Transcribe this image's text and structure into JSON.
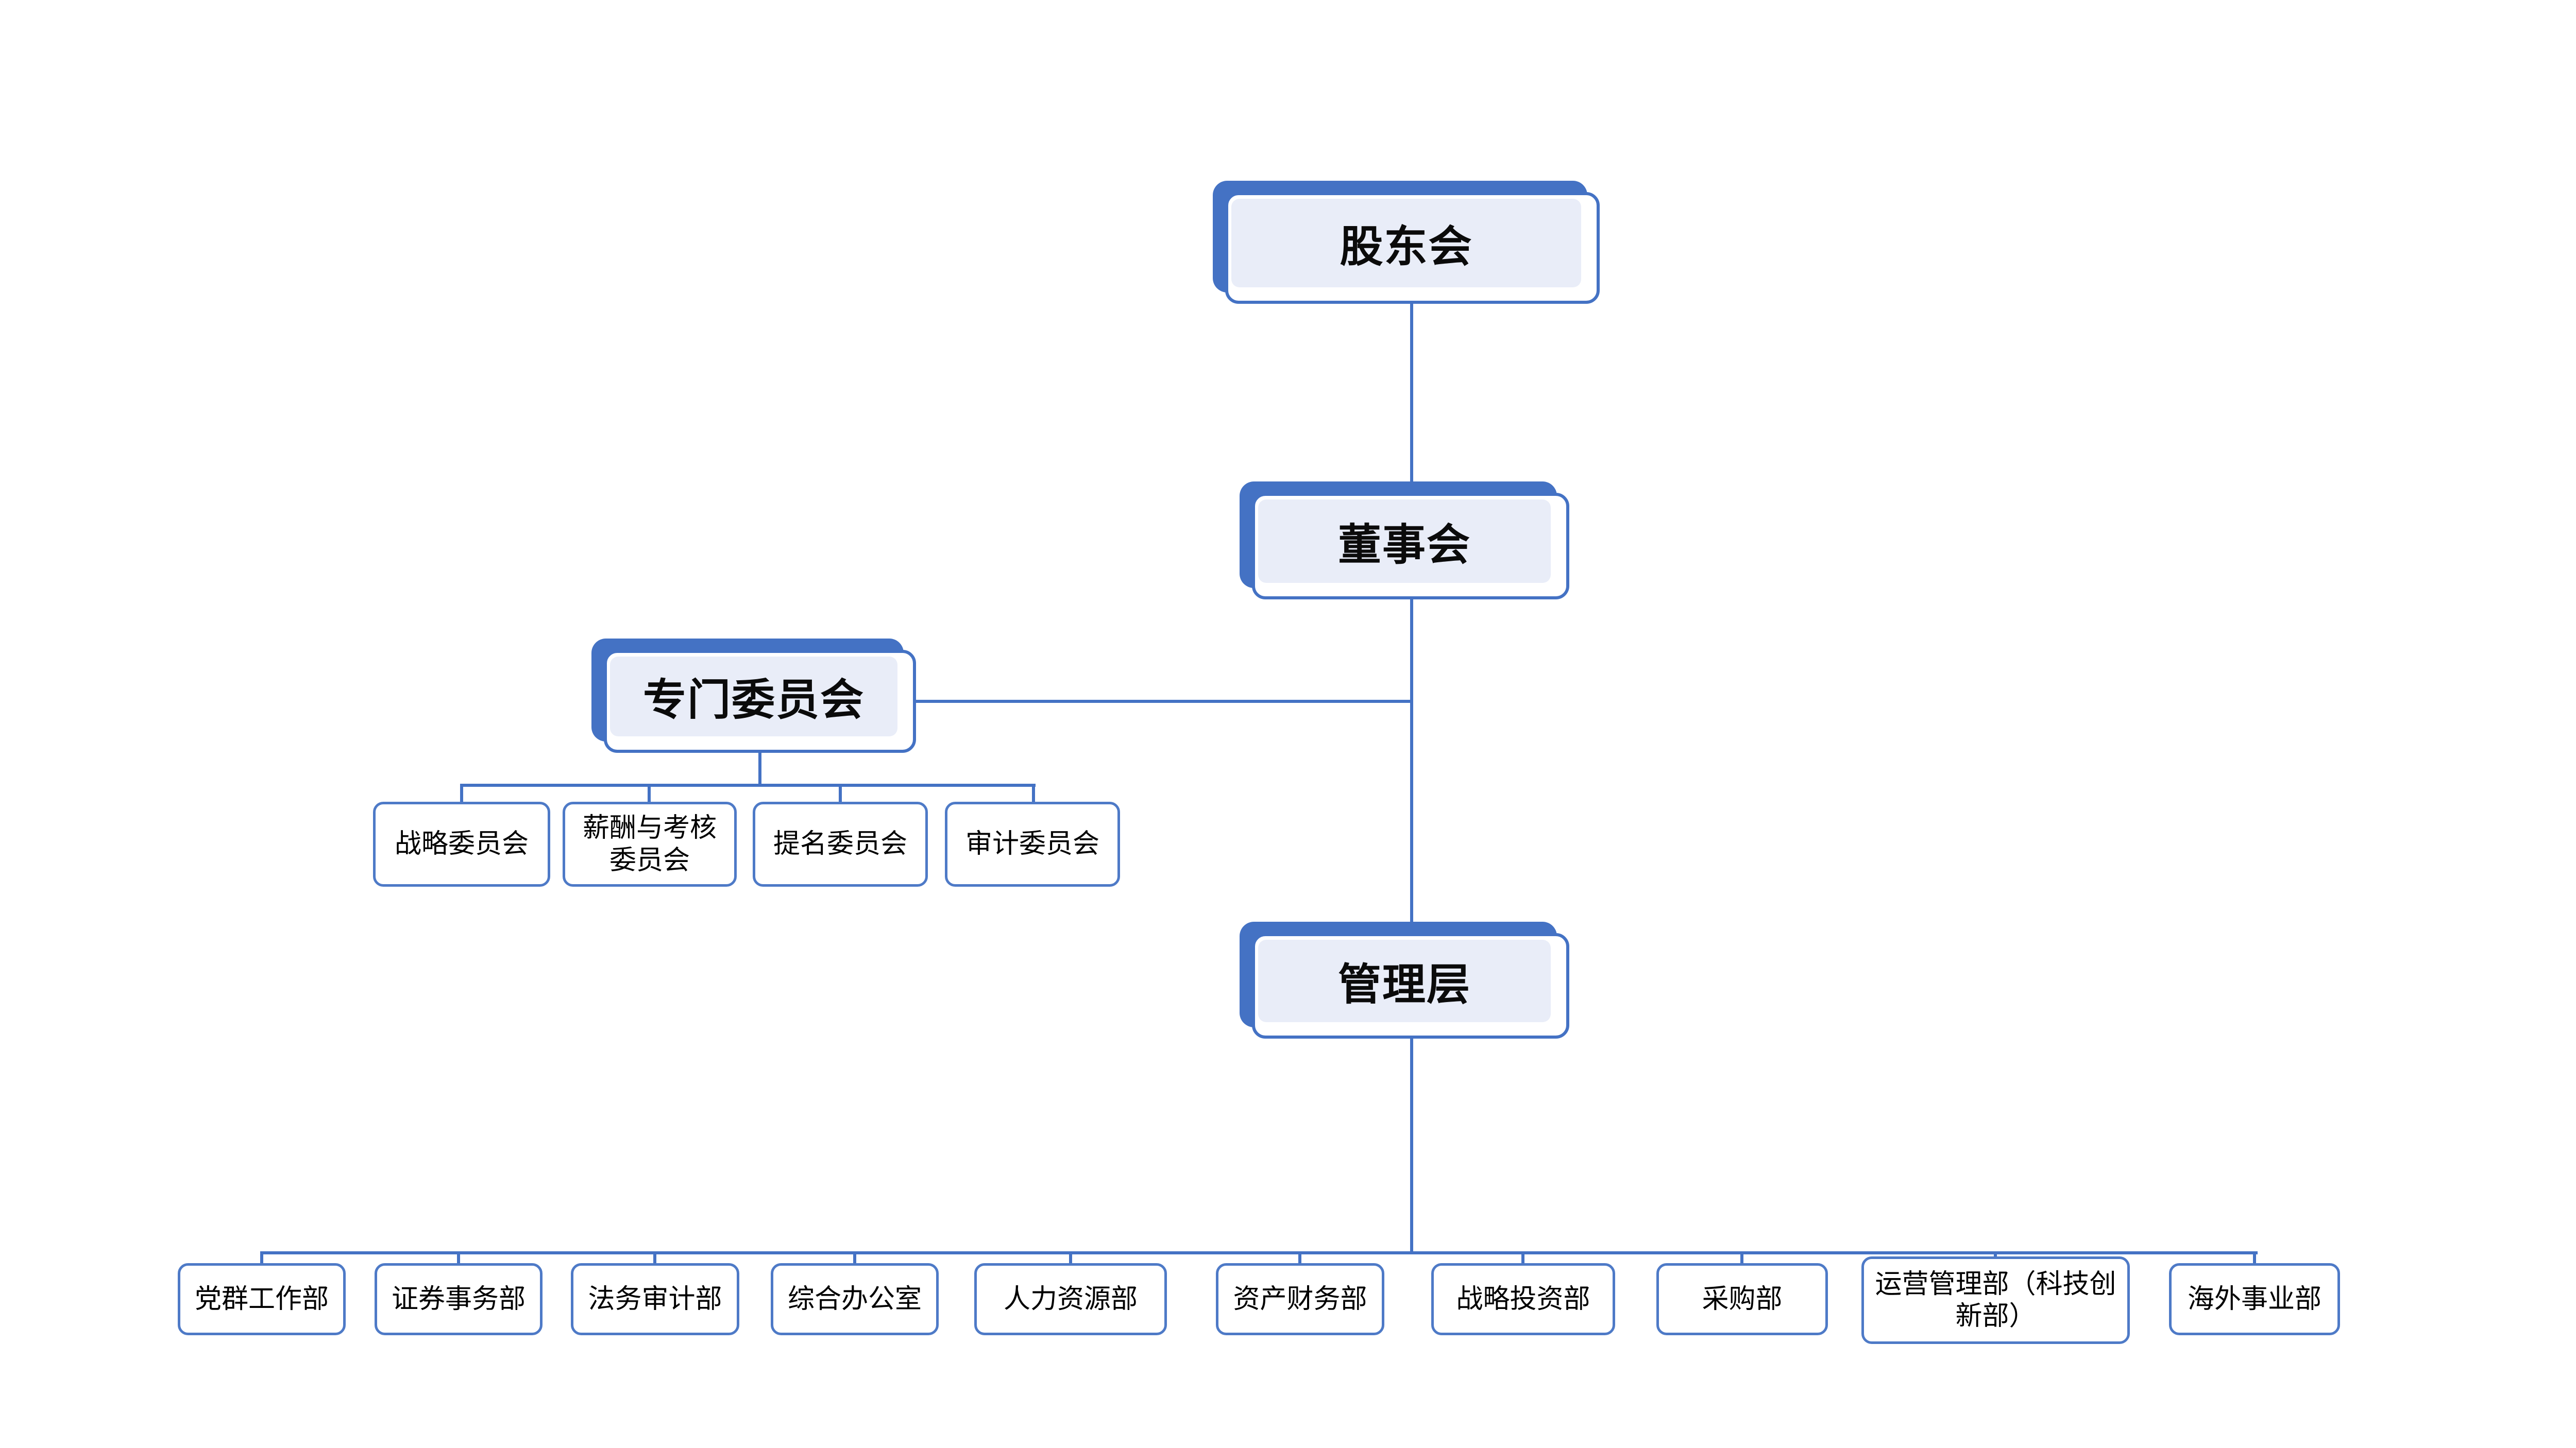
{
  "meta": {
    "diagram_type": "org-chart",
    "colors": {
      "accent_blue": "#4472C4",
      "node_fill_light": "#E9EDF8",
      "small_node_border": "#4E7AC7",
      "text": "#000000",
      "background": "#FFFFFF"
    }
  },
  "org": {
    "root": {
      "label": "股东会"
    },
    "board": {
      "label": "董事会"
    },
    "special_committee": {
      "label": "专门委员会"
    },
    "management": {
      "label": "管理层"
    },
    "committees": [
      {
        "label": "战略委员会"
      },
      {
        "label": "薪酬与考核\n委员会"
      },
      {
        "label": "提名委员会"
      },
      {
        "label": "审计委员会"
      }
    ],
    "departments": [
      {
        "label": "党群工作部"
      },
      {
        "label": "证券事务部"
      },
      {
        "label": "法务审计部"
      },
      {
        "label": "综合办公室"
      },
      {
        "label": "人力资源部"
      },
      {
        "label": "资产财务部"
      },
      {
        "label": "战略投资部"
      },
      {
        "label": "采购部"
      },
      {
        "label": "运营管理部（科技创\n新部）"
      },
      {
        "label": "海外事业部"
      }
    ]
  }
}
